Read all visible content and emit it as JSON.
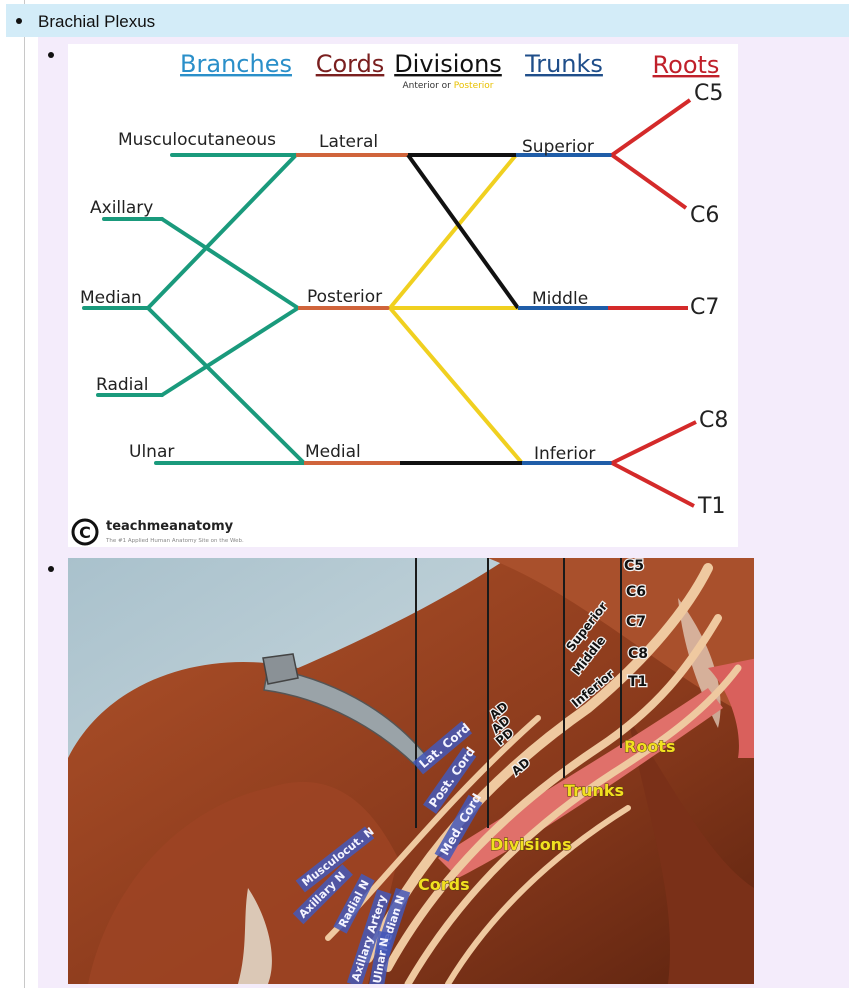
{
  "page": {
    "heading": "Brachial Plexus"
  },
  "diagram1": {
    "headers": {
      "branches": "Branches",
      "cords": "Cords",
      "divisions": "Divisions",
      "divisions_sub_a": "Anterior or ",
      "divisions_sub_b": "Posterior",
      "trunks": "Trunks",
      "roots": "Roots"
    },
    "branches": [
      "Musculocutaneous",
      "Axillary",
      "Median",
      "Radial",
      "Ulnar"
    ],
    "cords": [
      "Lateral",
      "Posterior",
      "Medial"
    ],
    "trunks": [
      "Superior",
      "Middle",
      "Inferior"
    ],
    "roots": [
      "C5",
      "C6",
      "C7",
      "C8",
      "T1"
    ],
    "credit": {
      "name": "teachmeanatomy",
      "tagline": "The #1 Applied Human Anatomy Site on the Web."
    },
    "colors": {
      "branches_header": "#2a8fc9",
      "cords_header": "#7a1f1f",
      "trunks_header": "#1f4e8a",
      "roots_header": "#c0202a",
      "branch_lines": "#1a9a7c",
      "cord_lines": "#d0643b",
      "anterior": "#111111",
      "posterior": "#f0d020",
      "trunk_lines": "#1f5da8",
      "root_lines": "#d42a2a"
    }
  },
  "photo": {
    "roots": [
      "C5",
      "C6",
      "C7",
      "C8",
      "T1"
    ],
    "trunks": [
      "Superior",
      "Middle",
      "Inferior"
    ],
    "divisions": [
      "AD",
      "AD",
      "PD",
      "AD"
    ],
    "cords": [
      "Lat. Cord",
      "Post. Cord",
      "Med. Cord"
    ],
    "nerves": [
      "Musculocut. N",
      "Axillary N",
      "Radial N",
      "Axillary Artery",
      "Median N",
      "Ulnar N"
    ],
    "section_labels": {
      "roots": "Roots",
      "trunks": "Trunks",
      "divisions": "Divisions",
      "cords": "Cords"
    }
  }
}
